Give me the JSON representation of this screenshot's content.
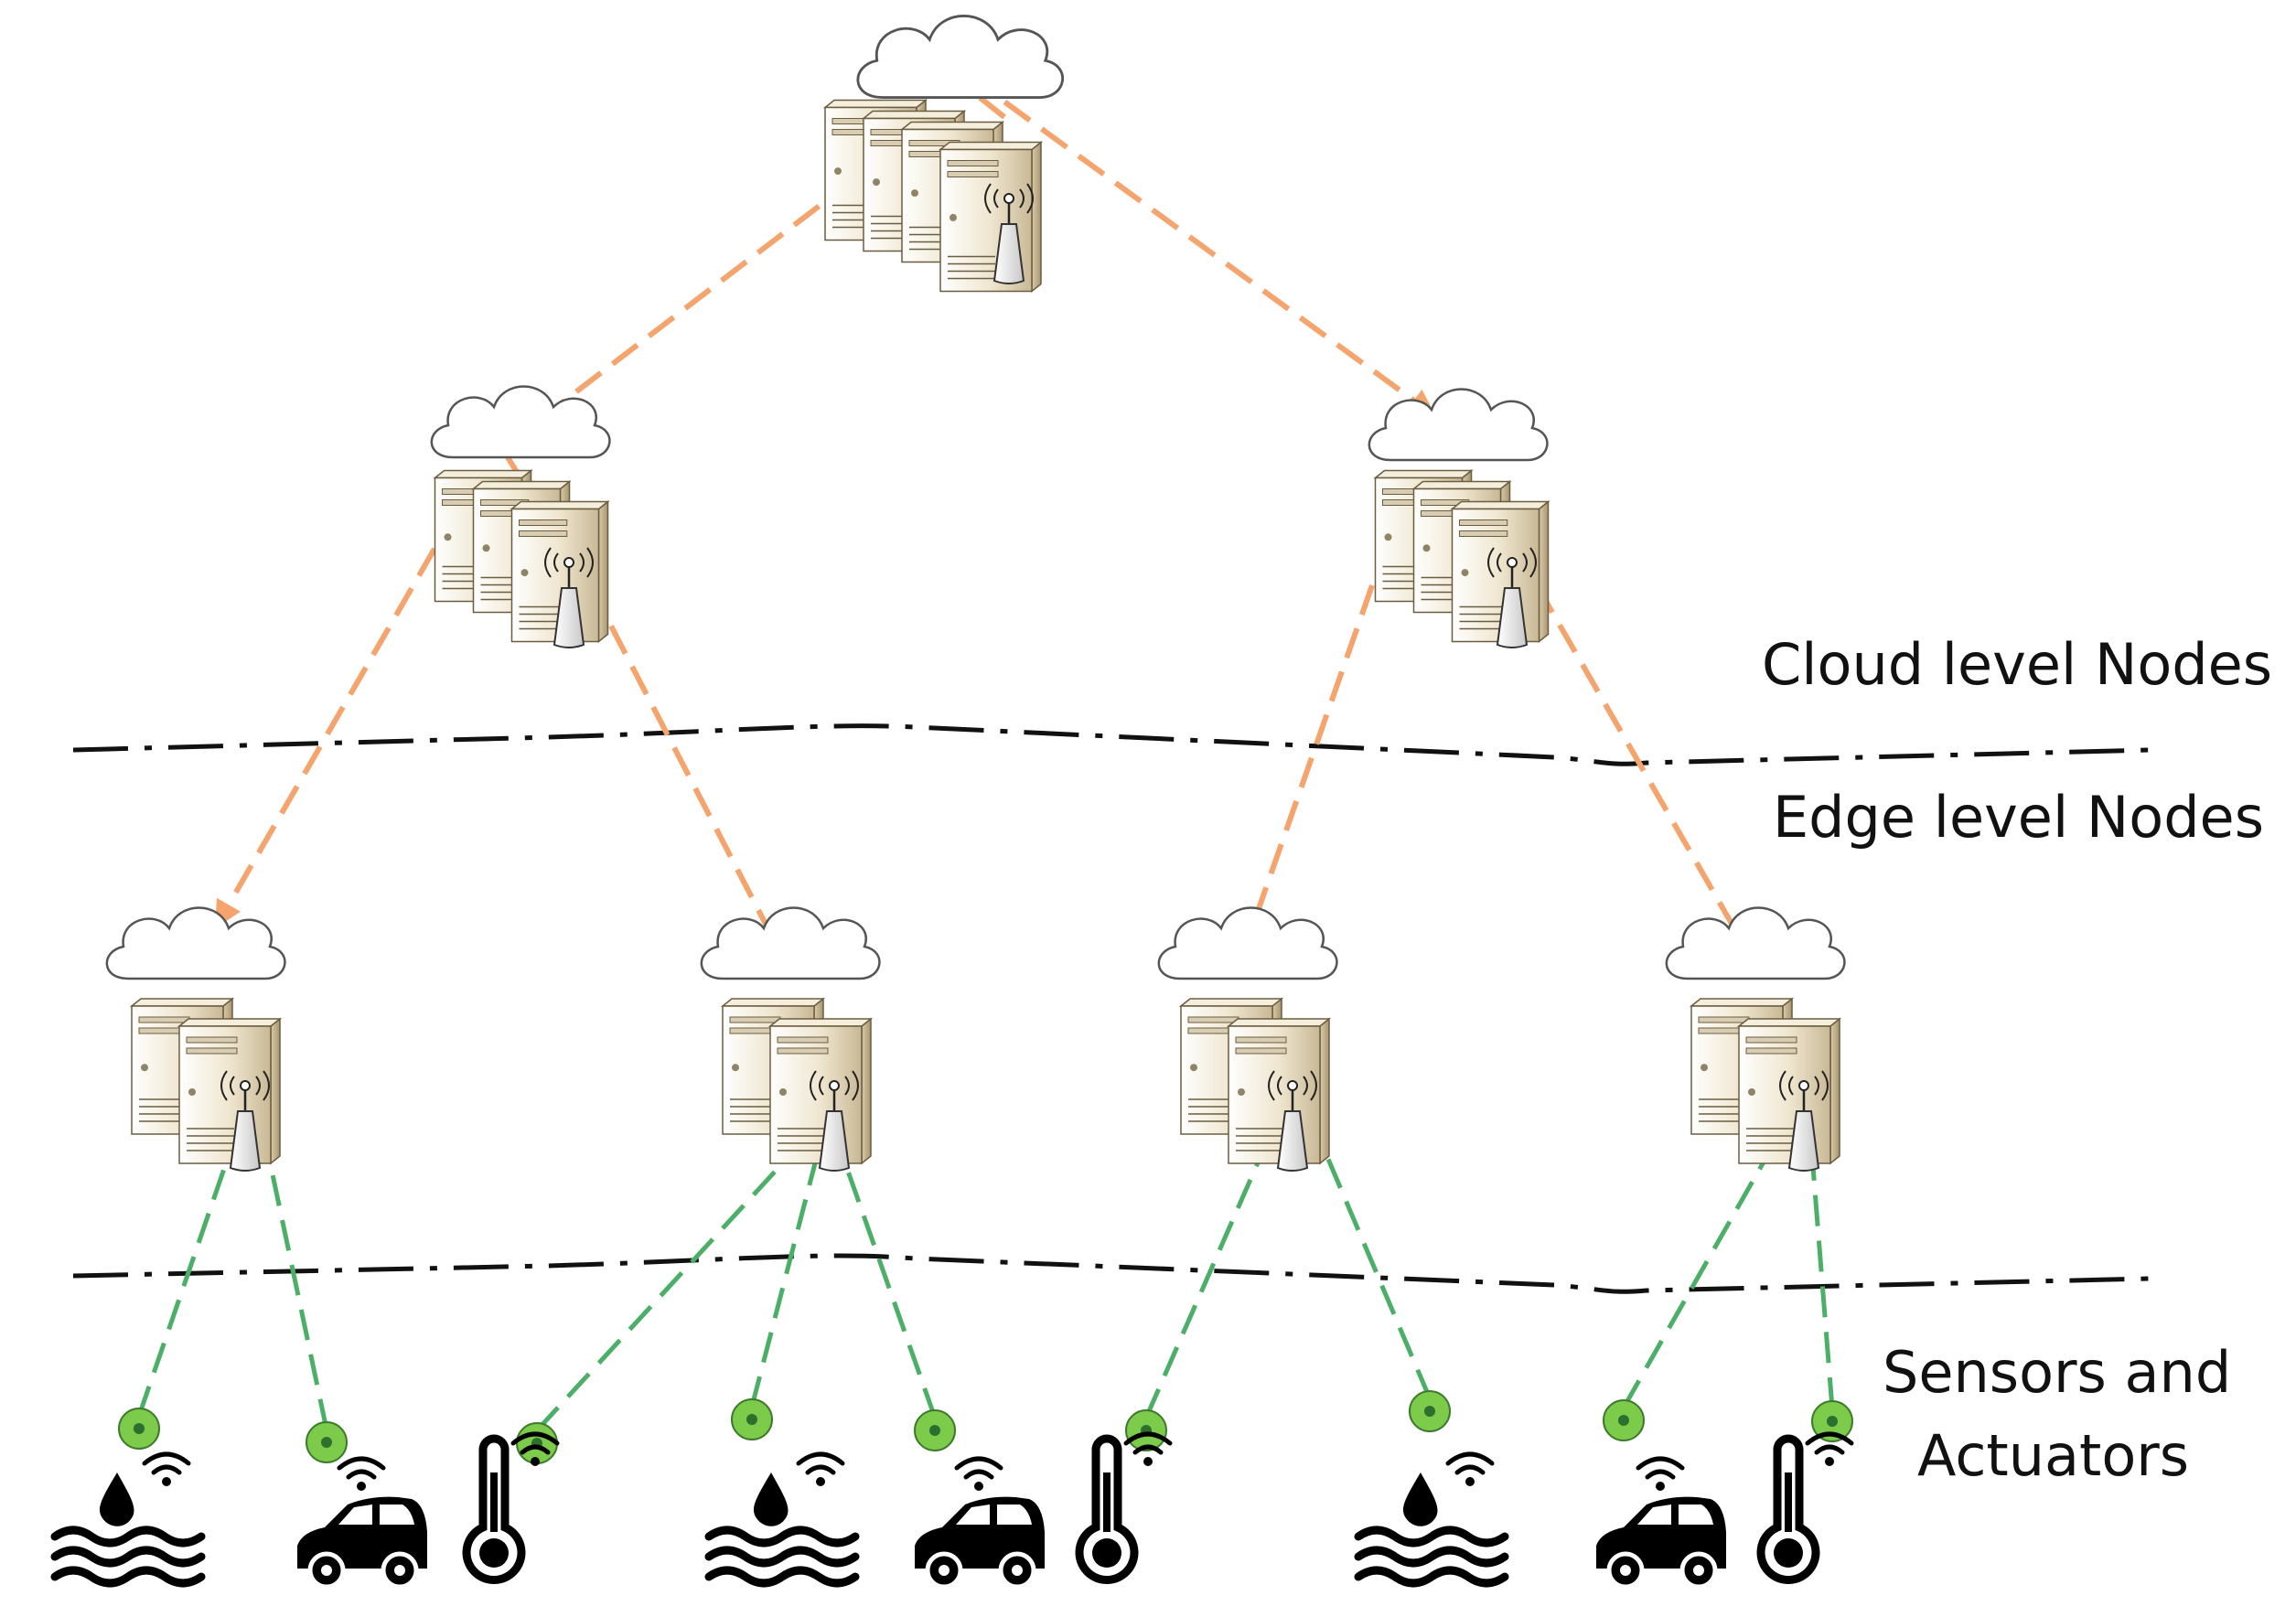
{
  "labels": {
    "cloud_level": "Cloud level Nodes",
    "edge_level": "Edge level Nodes",
    "sensors_line1": "Sensors and",
    "sensors_line2": "Actuators"
  },
  "nodes": {
    "root": {
      "servers": 4,
      "icon": "cloud-server-cluster-icon"
    },
    "cloud": [
      {
        "id": "cloud-left",
        "servers": 3,
        "icon": "cloud-server-cluster-icon"
      },
      {
        "id": "cloud-right",
        "servers": 3,
        "icon": "cloud-server-cluster-icon"
      }
    ],
    "edge": [
      {
        "id": "edge-1",
        "servers": 2,
        "icon": "edge-server-icon"
      },
      {
        "id": "edge-2",
        "servers": 2,
        "icon": "edge-server-icon"
      },
      {
        "id": "edge-3",
        "servers": 2,
        "icon": "edge-server-icon"
      },
      {
        "id": "edge-4",
        "servers": 2,
        "icon": "edge-server-icon"
      }
    ],
    "devices": [
      {
        "id": "device-1",
        "kind": "water-sensor-icon",
        "edge": 1
      },
      {
        "id": "device-2",
        "kind": "car-sensor-icon",
        "edge": 1
      },
      {
        "id": "device-3",
        "kind": "thermometer-sensor-icon",
        "edge": 2
      },
      {
        "id": "device-4",
        "kind": "water-sensor-icon",
        "edge": 2
      },
      {
        "id": "device-5",
        "kind": "car-sensor-icon",
        "edge": 2
      },
      {
        "id": "device-6",
        "kind": "thermometer-sensor-icon",
        "edge": 3
      },
      {
        "id": "device-7",
        "kind": "water-sensor-icon",
        "edge": 3
      },
      {
        "id": "device-8",
        "kind": "car-sensor-icon",
        "edge": 4
      },
      {
        "id": "device-9",
        "kind": "thermometer-sensor-icon",
        "edge": 4
      }
    ]
  },
  "colors": {
    "cloud_link": "#F4A46C",
    "edge_link": "#4CAF68",
    "device_dot": "#7CCB4A",
    "divider": "#111111",
    "server_body": "#EFE6CF",
    "server_shade": "#C9B896"
  }
}
